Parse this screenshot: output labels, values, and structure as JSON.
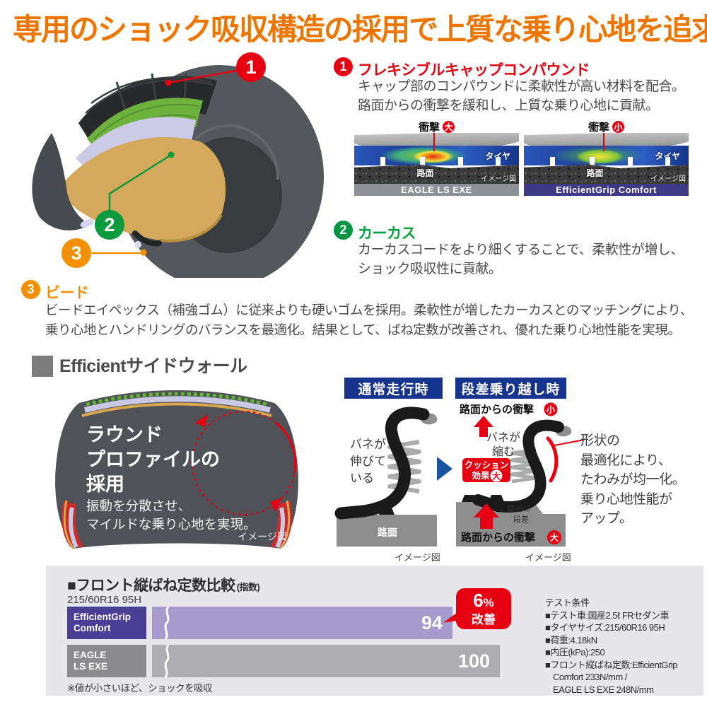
{
  "page_title": "専用のショック吸収構造の採用で上質な乗り心地を追求",
  "colors": {
    "title_orange": "#ee7600",
    "accent_red": "#e60012",
    "accent_green": "#00a33e",
    "accent_orange": "#f39000",
    "header_blue": "#16338d",
    "bar_purple_dark": "#4a3e97",
    "bar_purple": "#a59bcd",
    "bar_gray": "#adadb1",
    "panel_bg": "#e7e6eb"
  },
  "cutaway": {
    "c1": "1",
    "c2": "2",
    "c3": "3"
  },
  "features": {
    "f1": {
      "num": "1",
      "heading": "フレキシブルキャップコンパウンド",
      "line1": "キャップ部のコンパウンドに柔軟性が高い材料を配合。",
      "line2": "路面からの衝撃を緩和し、上質な乗り心地に貢献。"
    },
    "f2": {
      "num": "2",
      "heading": "カーカス",
      "line1": "カーカスコードをより細くすることで、柔軟性が増し、",
      "line2": "ショック吸収性に貢献。"
    },
    "f3": {
      "num": "3",
      "heading": "ビード",
      "line1": "ビードエイペックス（補強ゴム）に従来よりも硬いゴムを採用。柔軟性が増したカーカスとのマッチングにより、",
      "line2": "乗り心地とハンドリングのバランスを最適化。結果として、ばね定数が改善され、優れた乗り心地性能を実現。"
    }
  },
  "sim": {
    "left": {
      "impact": "衝撃",
      "level": "大",
      "tire": "タイヤ",
      "road": "路面",
      "caption": "イメージ図",
      "product": "EAGLE LS EXE"
    },
    "right": {
      "impact": "衝撃",
      "level": "小",
      "tire": "タイヤ",
      "road": "路面",
      "caption": "イメージ図",
      "product": "EfficientGrip Comfort"
    }
  },
  "sidewall": {
    "heading": "Efficientサイドウォール",
    "profile": {
      "t1": "ラウンド",
      "t2": "プロファイルの",
      "t3": "採用",
      "b1": "振動を分散させ、",
      "b2": "マイルドな乗り心地を実現。",
      "caption": "イメージ図"
    },
    "normal": {
      "header": "通常走行時",
      "s1": "バネが",
      "s2": "伸びて",
      "s3": "いる",
      "road": "路面",
      "caption": "イメージ図"
    },
    "bump": {
      "header": "段差乗り越し時",
      "shock_top": "路面からの衝撃",
      "shock_top_level": "小",
      "s1": "バネが",
      "s2": "縮む",
      "cushion1": "クッション",
      "cushion2": "効果",
      "cushion_level": "大",
      "step1": "路面の",
      "step2": "段差",
      "shock_bottom": "路面からの衝撃",
      "shock_bottom_level": "大",
      "caption": "イメージ図"
    },
    "result": {
      "l1": "形状の",
      "l2": "最適化により、",
      "l3": "たわみが均一化。",
      "l4": "乗り心地性能が",
      "l5": "アップ。"
    }
  },
  "chart": {
    "title": "■フロント縦ばね定数比較",
    "title_note": "(指数)",
    "subtitle": "215/60R16 95H",
    "rows": [
      {
        "label1": "EfficientGrip",
        "label2": "Comfort",
        "value": "94"
      },
      {
        "label1": "EAGLE",
        "label2": "LS EXE",
        "value": "100"
      }
    ],
    "badge": {
      "num": "6",
      "sign": "%",
      "text": "改善"
    },
    "note": "※値が小さいほど、ショックを吸収"
  },
  "chart_data": {
    "type": "bar",
    "orientation": "horizontal",
    "title": "フロント縦ばね定数比較(指数)",
    "subtitle": "215/60R16 95H",
    "categories": [
      "EfficientGrip Comfort",
      "EAGLE LS EXE"
    ],
    "values": [
      94,
      100
    ],
    "axis_break": true,
    "annotation": "6%改善",
    "note": "※値が小さいほど、ショックを吸収",
    "legend": false
  },
  "test_conditions": {
    "title": "テスト条件",
    "lines": [
      "■テスト車:国産2.5ℓ FRセダン車",
      "■タイヤサイズ:215/60R16 95H",
      "■荷重:4.18kN",
      "■内圧(kPa):250",
      "■フロント縦ばね定数:EfficientGrip",
      "Comfort 233N/mm /",
      "EAGLE LS EXE 248N/mm"
    ]
  }
}
